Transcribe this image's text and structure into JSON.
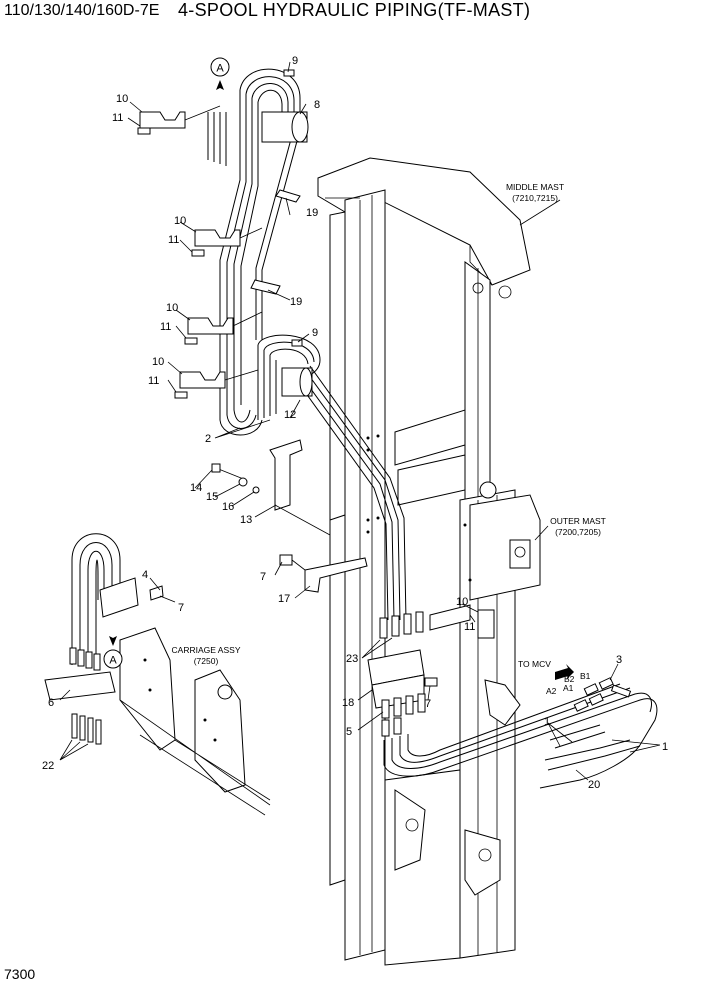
{
  "header": {
    "model": "110/130/140/160D-7E",
    "title": "4-SPOOL HYDRAULIC PIPING(TF-MAST)"
  },
  "page_number": "7300",
  "callouts": {
    "middle_mast": "MIDDLE MAST",
    "middle_mast_refs": "(7210,7215)",
    "outer_mast": "OUTER MAST",
    "outer_mast_refs": "(7200,7205)",
    "carriage": "CARRIAGE ASSY",
    "carriage_ref": "(7250)",
    "to_mcv": "TO MCV",
    "detail_marker": "A",
    "port_b2": "B2",
    "port_b1": "B1",
    "port_a2": "A2",
    "port_a1": "A1"
  },
  "part_numbers": {
    "n1": "1",
    "n2": "2",
    "n3": "3",
    "n4": "4",
    "n5": "5",
    "n6": "6",
    "n7": "7",
    "n8": "8",
    "n9": "9",
    "n10": "10",
    "n11": "11",
    "n12": "12",
    "n13": "13",
    "n14": "14",
    "n15": "15",
    "n16": "16",
    "n17": "17",
    "n18": "18",
    "n19": "19",
    "n20": "20",
    "n22": "22",
    "n23": "23"
  }
}
